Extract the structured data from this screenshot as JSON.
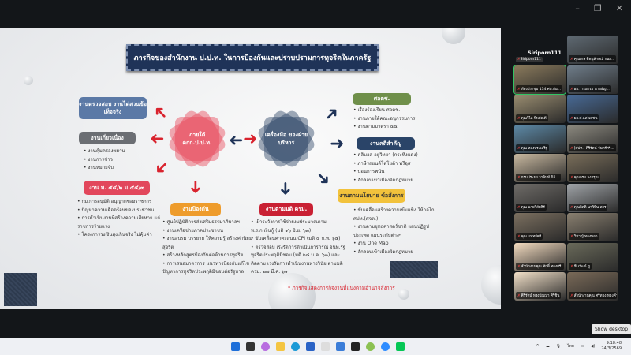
{
  "window": {
    "minimize": "–",
    "restore": "❐",
    "close": "✕"
  },
  "slide": {
    "title": "ภารกิจของสำนักงาน ป.ป.ท. ในการป้องกันและปราบปรามการทุจริตในภาครัฐ",
    "center_left": "ภายใต้ คกก.ป.ป.ท.",
    "center_right": "เครื่องมือ ของฝ่ายบริหาร",
    "box_inspect": "งานตรวจสอบ งานไต่สวนข้อเท็จจริง",
    "box_related": "งานเกี่ยวเนื่อง",
    "related_items": [
      "งานคุ้มครองพยาน",
      "งานการข่าว",
      "งานหมายจับ"
    ],
    "box_m": "งาน ม. ๕๔/๒ ม.๕๔/๓",
    "m_items": [
      "กม.การอนุมัติ อนุญาตของราชการ",
      "ปัญหาความเดือดร้อนของประชาชน",
      "การดำเนินงานที่สร้างความเสียหาย แก่ราชการร้ายแรง",
      "โครงการวงเงินสูงเกินจริง ไม่คุ้มค่า"
    ],
    "box_prevent": "งานป้องกัน",
    "prevent_items": [
      "ศูนย์ปฏิบัติการส่งเสริมธรรมาภิบาลฯ",
      "งานเครือข่ายภาคประชาชน",
      "งานอบรม บรรยาย ให้ความรู้ สร้างค่านิยมสุจริต",
      "สร้างหลักสูตรป้องกันต่อต้านการทุจริต",
      "การเสนอมาตรการ แนวทางป้องกันแก้ไข ปัญหาการทุจริตประพฤติมิชอบต่อรัฐบาล"
    ],
    "box_cabinet": "งานตามมติ ครม.",
    "cabinet_items": [
      "เฝ้าระวังการใช้จ่ายงบประมาณตาม พ.ร.ก.เงินกู้ (มติ ๑๖ มิ.ย. ๖๓)",
      "ขับเคลื่อนค่าคะแนน CPI (มติ ๔ ก.พ. ๖๕)",
      "ตรวจสอบ เร่งรัดการดำเนินการกรณี จนท.รัฐ ทุจริตประพฤติมิชอบ (มติ ๒๘ ม.ค. ๖๓) และติดตาม เร่งรัดการดำเนินงานทางวินัย ตามมติ ครม. ๒๗ มี.ค. ๖๑"
    ],
    "box_sodc": "ศอตช.",
    "sodc_items": [
      "เรื่องร้องเรียน ศอตช.",
      "งานภายใต้คณะอนุกรรมการ",
      "งานตามมาตรา ๔๔"
    ],
    "box_key": "งานคดีสำคัญ",
    "key_items": [
      "คลิบอส อยู่วิทยา (กระทิงแดง)",
      "ภาษีรถยนต์โตโยต้า พรีอุส",
      "บ่อนการพนัน",
      "ลักลอบเข้าเมืองผิดกฎหมาย"
    ],
    "box_policy": "งานตามนโยบาย ข้อสั่งการ",
    "policy_items": [
      "ขับเคลื่อนสร้างความเข้มแข็ง ให้กลไก ศปท.(ศจต.)",
      "งานตามยุทธศาสตร์ชาติ แผนปฏิรูปประเทศ แผนระดับต่างๆ",
      "งาน One Map",
      "ลักลอบเข้าเมืองผิดกฎหมาย"
    ],
    "note": "* ภารกิจแสดงการกิจงานที่แบ่งตามอำนาจสั่งการ"
  },
  "gallery": {
    "self_name": "Siriporn111",
    "tiles": [
      "Siriporn111",
      "คุณเกษ ศิพนุลักษณ์ กนก...",
      "ห้องประชุม 134 ศบ.กัน...",
      "ผอ. กรมธรม นายธัญ...",
      "คุณวิไล ทิพย์ณดี",
      "ผอ.ศ.แสงเดชน",
      "คุณ ทองประเสริฐ",
      "[ศปท.] ศิริรัตน์ จันทร์ศรี...",
      "กรมประมง วาลินท์ นิธิ...",
      "คุณกรม ธงอรุณ",
      "คุณ นายวิสัยศิรี",
      "คุณกิตติ นาวิทิน สกร",
      "คุณ แพทย์ศรี",
      "วิชาญ์ ทองนอก",
      "สำนักงานคุณ ศักดิ์ ทองศรี...",
      "ชินวัฒน์ ภู",
      "ศิริรัตน์ ทรงปัญญา ศิริชิน",
      "สำนักงานคุณ ศรีทอง ทองคำ"
    ],
    "show_desktop": "Show desktop"
  },
  "taskbar": {
    "time": "9:18:48",
    "date": "24/3/2569",
    "lang": "ไทย"
  }
}
